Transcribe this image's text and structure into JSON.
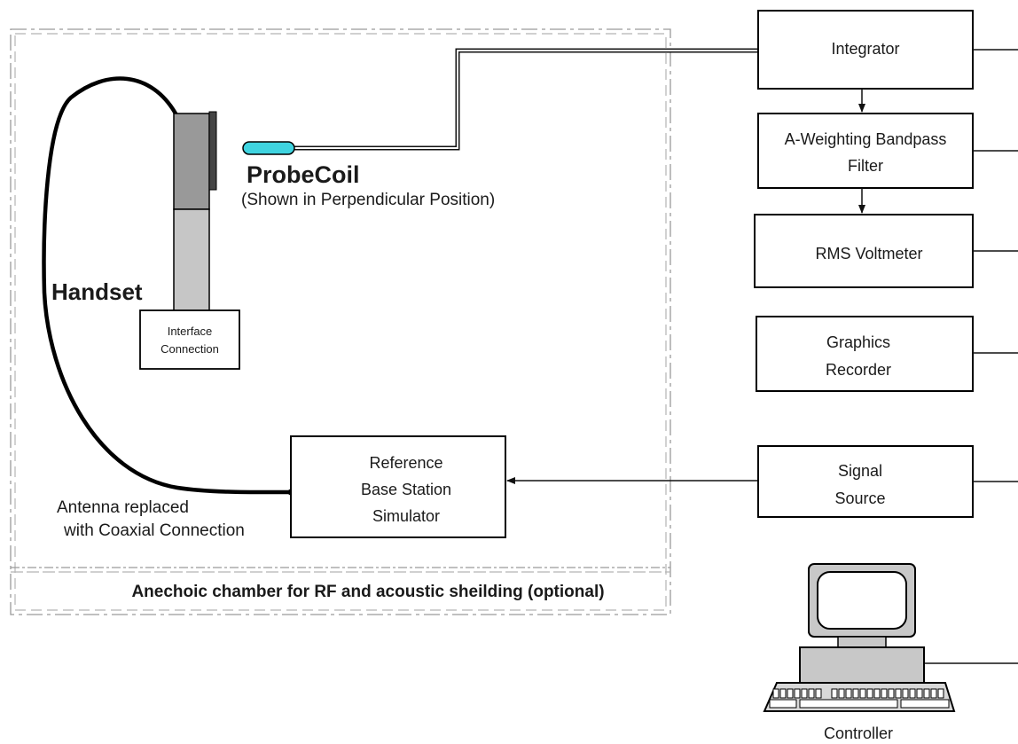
{
  "probe": {
    "title": "ProbeCoil",
    "subtitle": "(Shown in Perpendicular Position)"
  },
  "handset": {
    "label": "Handset",
    "interface_line1": "Interface",
    "interface_line2": "Connection"
  },
  "antenna": {
    "line1": "Antenna replaced",
    "line2": "with Coaxial Connection"
  },
  "reference": {
    "line1": "Reference",
    "line2": "Base Station",
    "line3": "Simulator"
  },
  "chamber": {
    "caption": "Anechoic chamber for RF and acoustic sheilding (optional)"
  },
  "instruments": {
    "integrator": "Integrator",
    "filter_line1": "A-Weighting Bandpass",
    "filter_line2": "Filter",
    "voltmeter": "RMS Voltmeter",
    "recorder_line1": "Graphics",
    "recorder_line2": "Recorder",
    "source_line1": "Signal",
    "source_line2": "Source",
    "controller": "Controller"
  },
  "colors": {
    "probe_fill": "#3fd4e0",
    "handset_dark": "#999999",
    "handset_light": "#c6c6c6"
  }
}
